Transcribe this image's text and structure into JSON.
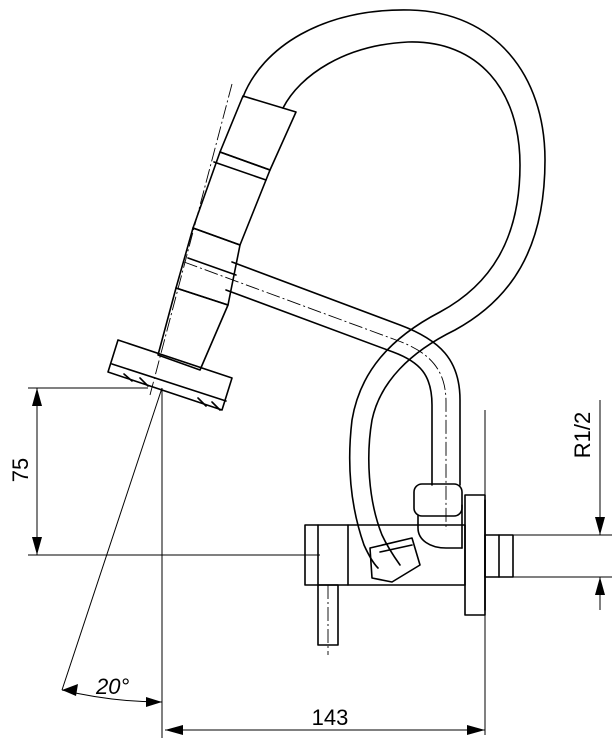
{
  "dimensions": {
    "height": "75",
    "width": "143",
    "angle": "20°",
    "thread": "R1/2"
  }
}
